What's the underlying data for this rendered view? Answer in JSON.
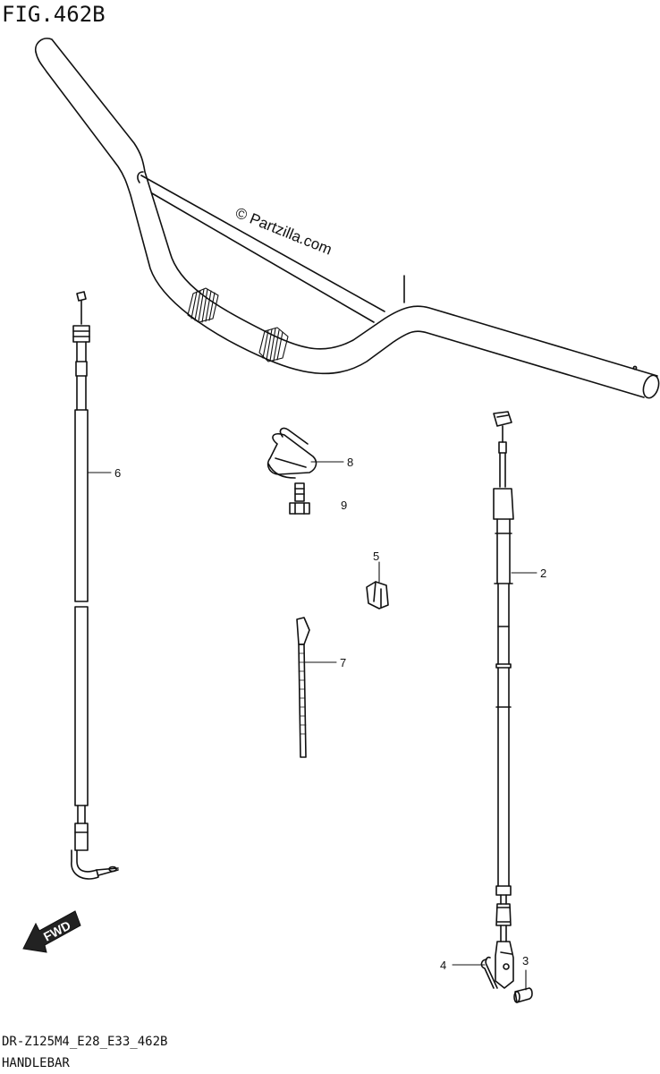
{
  "figure": {
    "title": "FIG.462B",
    "watermark": "© Partzilla.com",
    "model_code": "DR-Z125M4_E28_E33_462B",
    "section_name": "HANDLEBAR",
    "fwd_label": "FWD"
  },
  "callouts": [
    {
      "id": "2",
      "label": "2"
    },
    {
      "id": "3",
      "label": "3"
    },
    {
      "id": "4",
      "label": "4"
    },
    {
      "id": "5",
      "label": "5"
    },
    {
      "id": "6",
      "label": "6"
    },
    {
      "id": "7",
      "label": "7"
    },
    {
      "id": "8",
      "label": "8"
    },
    {
      "id": "9",
      "label": "9"
    }
  ],
  "parts": {
    "handlebar": "handlebar",
    "cable_right": "cable",
    "cable_left": "cable",
    "clamp": "clamp",
    "bolt": "bolt",
    "clip": "clip",
    "cable_tie": "cable tie",
    "cotter_pin": "cotter pin",
    "pin": "pin"
  }
}
